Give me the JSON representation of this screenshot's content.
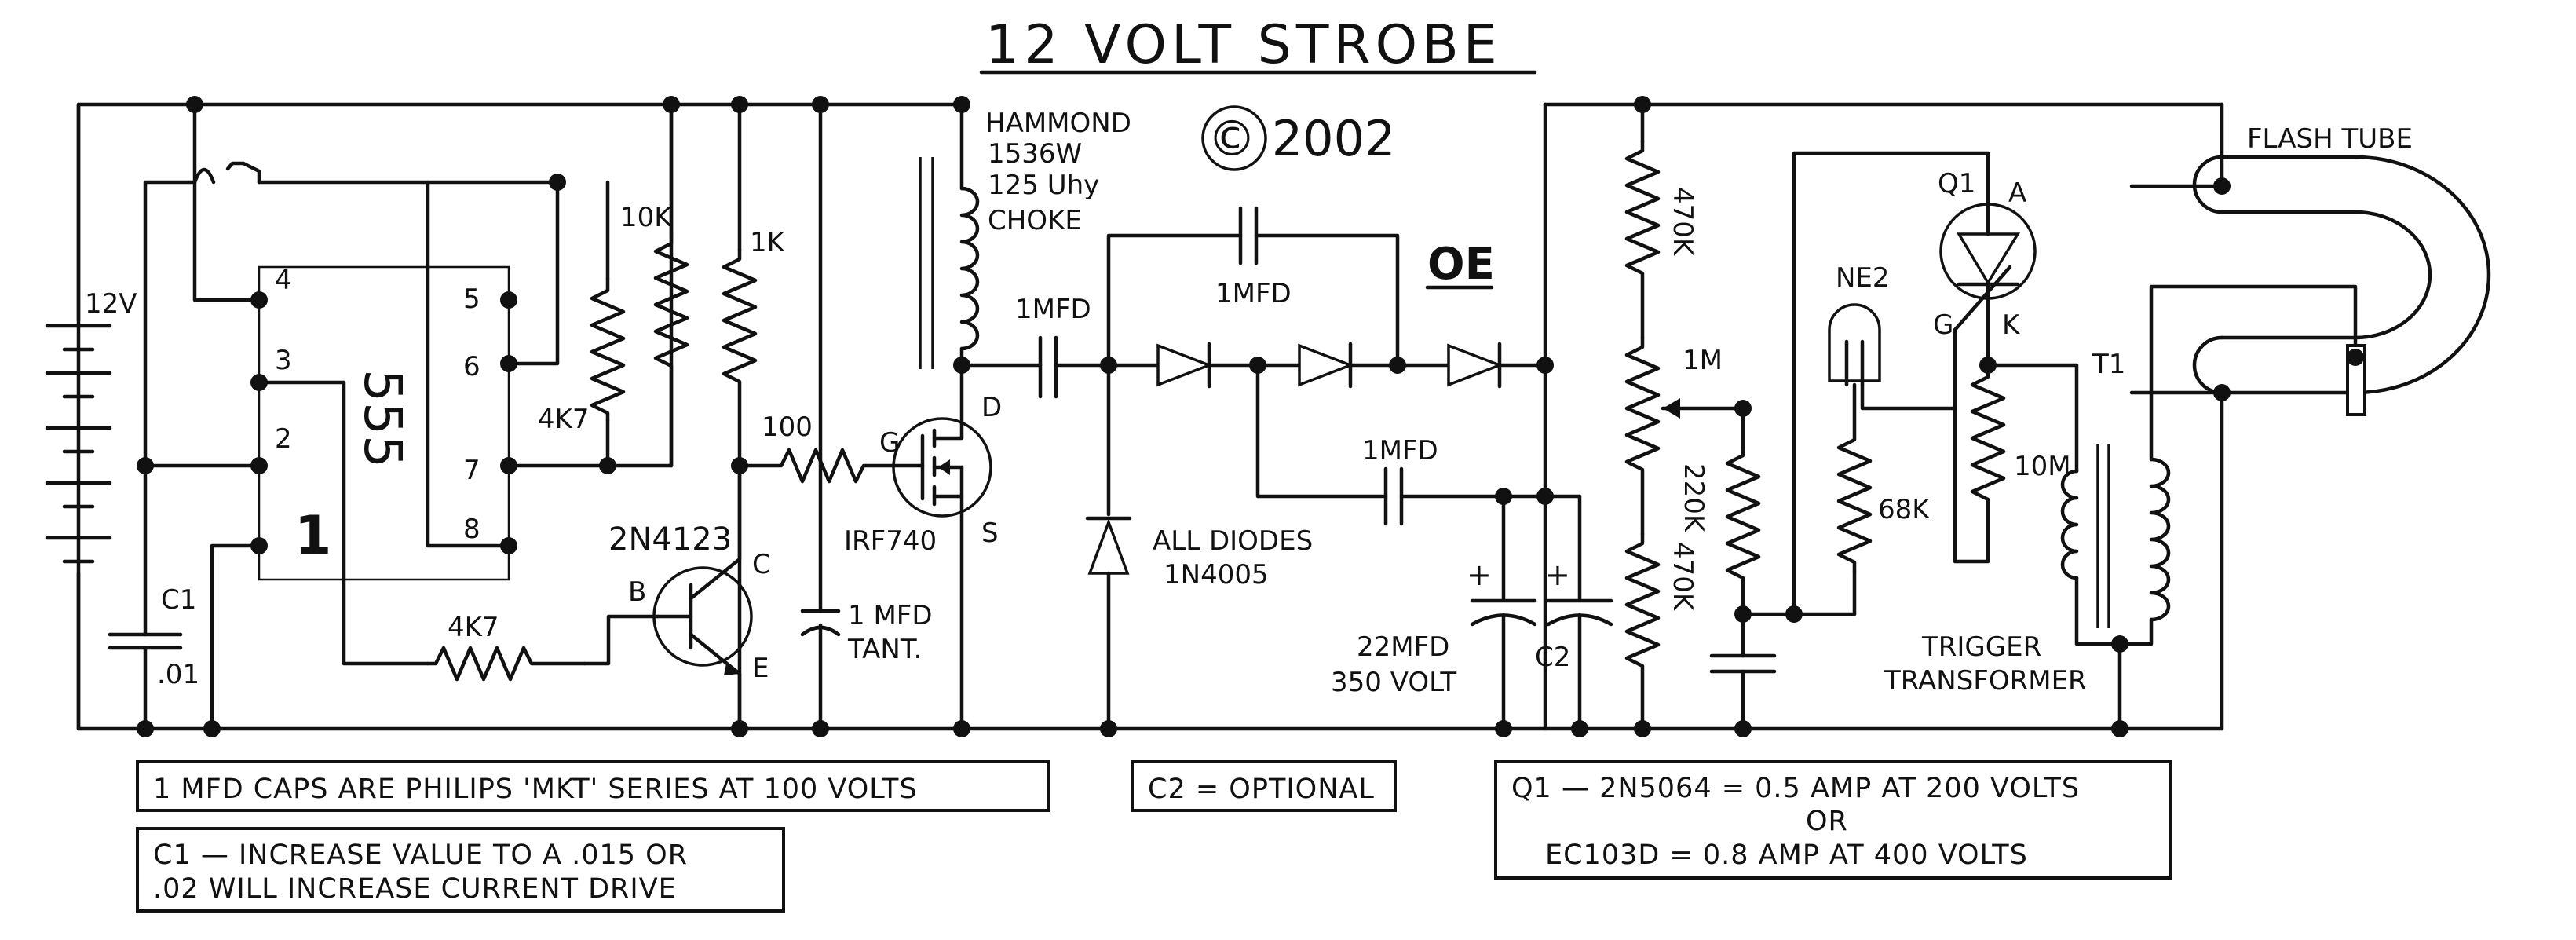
{
  "title": "12 VOLT STROBE",
  "copyright": "© 2002",
  "logo_text": "OE",
  "components": {
    "battery": "12V",
    "c1": [
      "C1",
      ".01"
    ],
    "ic": "555",
    "ic_pins": [
      "4",
      "3",
      "2",
      "1",
      "5",
      "6",
      "7",
      "8"
    ],
    "r_10k": "10K",
    "r_4k7_timing": "4K7",
    "r_1k": "1K",
    "r_4k7_base": "4K7",
    "transistor": "2N4123",
    "transistor_pins": [
      "B",
      "C",
      "E"
    ],
    "r_100": "100",
    "cap_tant": [
      "1 MFD",
      "TANT."
    ],
    "choke": [
      "HAMMOND",
      "1536W",
      "125 Uhy",
      "CHOKE"
    ],
    "mosfet": "IRF740",
    "mosfet_pins": [
      "G",
      "D",
      "S"
    ],
    "cap_1mfd_a": "1MFD",
    "cap_1mfd_b": "1MFD",
    "cap_1mfd_c": "1MFD",
    "diodes": [
      "ALL DIODES",
      "1N4005"
    ],
    "cap_storage": [
      "22MFD",
      "350 VOLT"
    ],
    "c2": "C2",
    "r_470k_top": "470K",
    "pot_1m": "1M",
    "r_470k_bottom": "470K",
    "r_220k": "220K",
    "ne2": "NE2",
    "r_68k": "68K",
    "scr": "Q1",
    "scr_pins": [
      "A",
      "G",
      "K"
    ],
    "r_10m": "10M",
    "t1": "T1",
    "trigger": [
      "TRIGGER",
      "TRANSFORMER"
    ],
    "flash_tube": "FLASH TUBE"
  },
  "notes": {
    "caps": "1 MFD CAPS ARE PHILIPS 'MKT' SERIES AT 100 VOLTS",
    "c2_optional": "C2 = OPTIONAL",
    "q1_line1": "Q1 — 2N5064 = 0.5 AMP AT 200 VOLTS",
    "q1_or": "OR",
    "q1_line2": "EC103D = 0.8 AMP AT 400 VOLTS",
    "c1_line1": "C1 — INCREASE VALUE TO A .015 OR",
    "c1_line2": ".02 WILL INCREASE CURRENT DRIVE"
  }
}
